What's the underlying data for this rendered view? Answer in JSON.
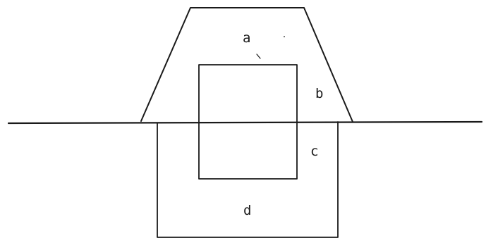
{
  "colors": {
    "ink": "#1a1a1a",
    "background": "#ffffff"
  },
  "labels": {
    "a": "a",
    "b": "b",
    "c": "c",
    "d": "d"
  }
}
